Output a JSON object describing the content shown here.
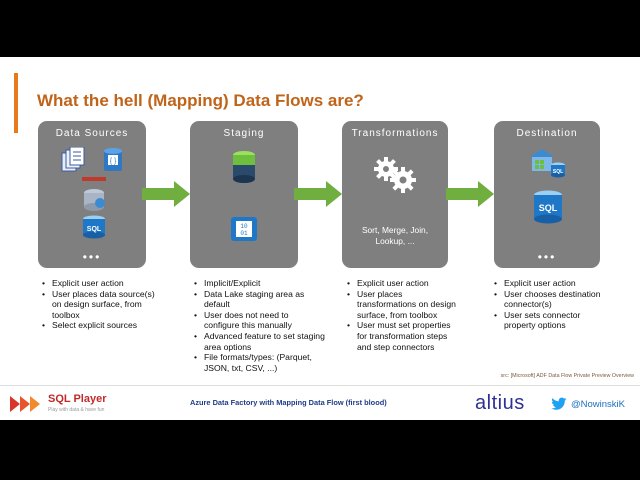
{
  "title": "What the hell (Mapping) Data Flows are?",
  "panels": {
    "sources": {
      "title": "Data Sources",
      "dots": "•••"
    },
    "staging": {
      "title": "Staging"
    },
    "transformations": {
      "title": "Transformations",
      "text_line1": "Sort, Merge, Join,",
      "text_line2": "Lookup, ..."
    },
    "destination": {
      "title": "Destination",
      "dots": "•••"
    }
  },
  "icons": {
    "sql_label": "SQL",
    "blob_label": "10\n01"
  },
  "lists": {
    "sources": [
      "Explicit user action",
      "User places data source(s) on design surface, from toolbox",
      "Select explicit sources"
    ],
    "staging": [
      "Implicit/Explicit",
      "Data Lake staging area as default",
      "User does not need to configure this manually",
      "Advanced feature to set staging area options",
      "File formats/types: (Parquet, JSON, txt, CSV, ...)"
    ],
    "transformations": [
      "Explicit user action",
      "User places transformations on design surface, from toolbox",
      "User must set properties for transformation steps and step connectors"
    ],
    "destination": [
      "Explicit user action",
      "User chooses destination connector(s)",
      "User sets connector property options"
    ]
  },
  "source_note": "src: [Microsoft] ADF Data Flow Private Preview Overview",
  "footer": {
    "logo": "SQL Player",
    "tagline": "Play with data & have fun",
    "center": "Azure Data Factory with Mapping Data Flow (first blood)",
    "brand": "altius",
    "twitter": "@NowinskiK"
  },
  "colors": {
    "accent": "#e87a1e",
    "title": "#c0641a",
    "panel": "#7f7f7f",
    "arrow": "#6fae3f",
    "footer_center": "#1f3c88",
    "altius": "#2e3192",
    "twitter": "#1d6fbf"
  }
}
